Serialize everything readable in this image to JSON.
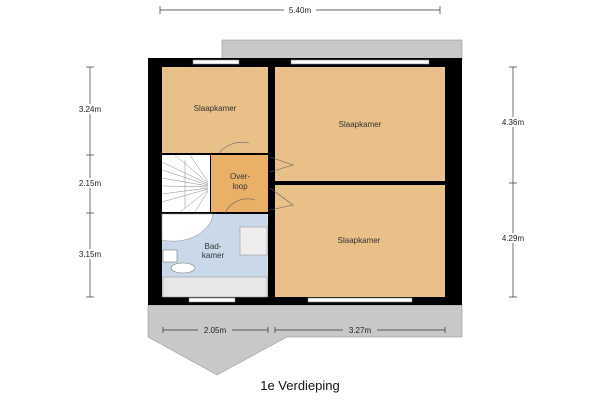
{
  "title": "1e Verdieping",
  "rooms": {
    "bedroom_small": "Slaapkamer",
    "bedroom_top_right": "Slaapkamer",
    "bedroom_bottom_right": "Slaapkamer",
    "landing_line1": "Over-",
    "landing_line2": "loop",
    "bathroom_line1": "Bad-",
    "bathroom_line2": "kamer"
  },
  "dimensions": {
    "total_width": "5.40m",
    "left_top": "3.24m",
    "left_middle": "2.15m",
    "left_bottom": "3.15m",
    "right_top": "4.36m",
    "right_bottom": "4.29m",
    "bottom_left": "2.05m",
    "bottom_right": "3.27m"
  },
  "colors": {
    "bedroom": "#e8c088",
    "landing": "#eab067",
    "bathroom": "#c9d9ea",
    "wall": "#000000",
    "roof": "#c8c8c8"
  }
}
